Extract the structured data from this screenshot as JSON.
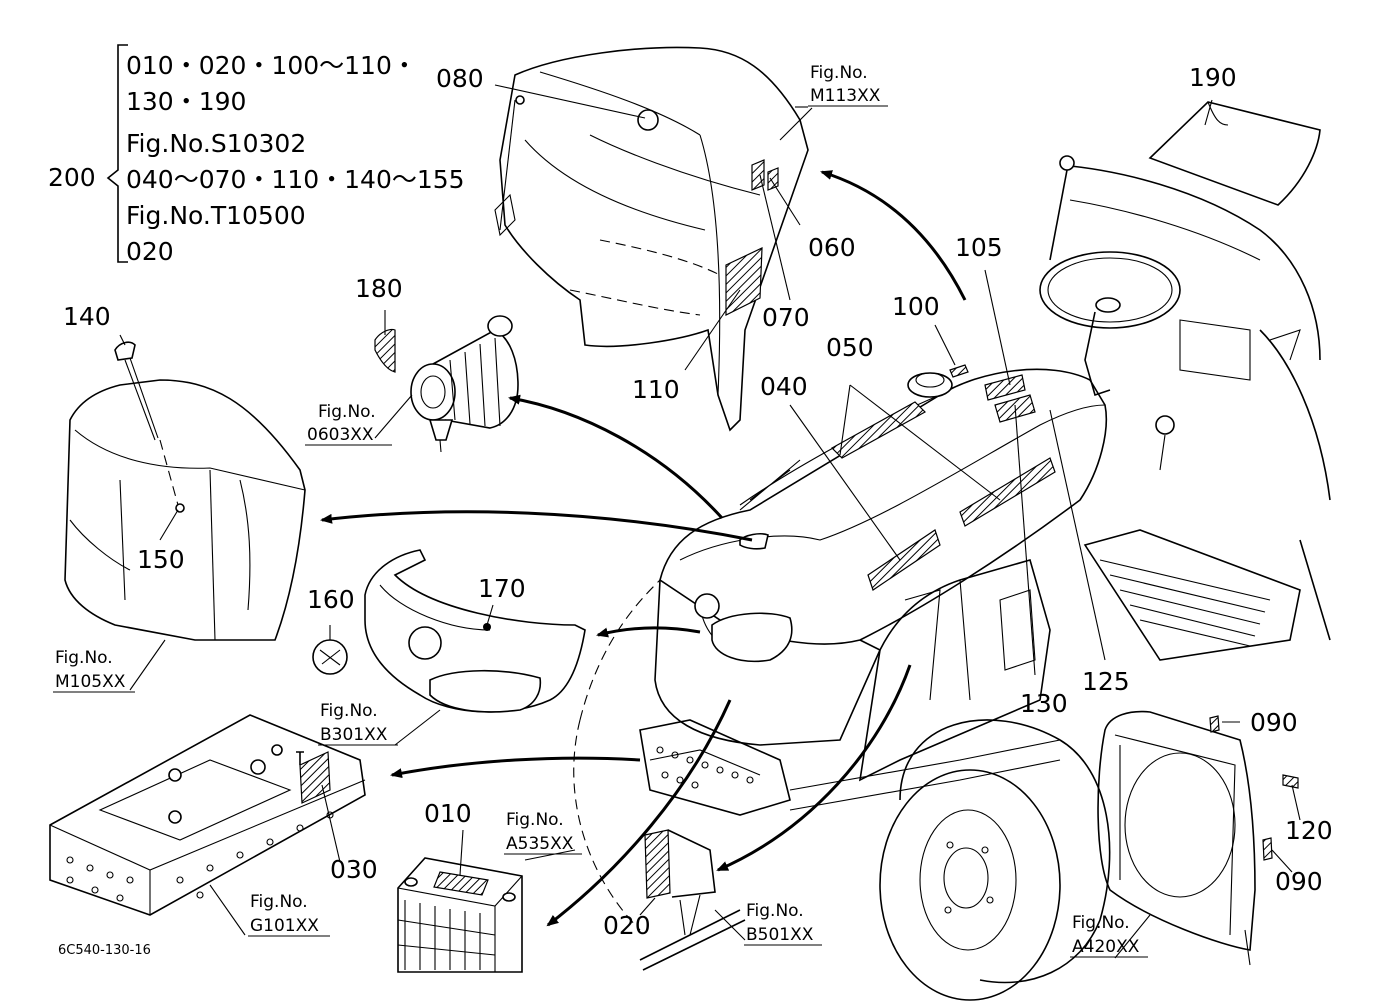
{
  "header": {
    "ref200": "200",
    "lines": [
      "010・020・100〜110・",
      "130・190",
      "Fig.No.S10302",
      "040〜070・110・140〜155",
      "Fig.No.T10500",
      "020"
    ]
  },
  "parts": {
    "p010": "010",
    "p020": "020",
    "p030": "030",
    "p040": "040",
    "p050": "050",
    "p060": "060",
    "p070": "070",
    "p080": "080",
    "p090a": "090",
    "p090b": "090",
    "p100": "100",
    "p105": "105",
    "p110": "110",
    "p120": "120",
    "p125": "125",
    "p130": "130",
    "p140": "140",
    "p150": "150",
    "p160": "160",
    "p170": "170",
    "p180": "180",
    "p190": "190"
  },
  "figrefs": {
    "fig_label": "Fig.No.",
    "m113": "M113XX",
    "f0603": "0603XX",
    "m105": "M105XX",
    "b301": "B301XX",
    "g101": "G101XX",
    "a535": "A535XX",
    "b501": "B501XX",
    "a420": "A420XX"
  },
  "footer": {
    "code": "6C540-130-16"
  }
}
